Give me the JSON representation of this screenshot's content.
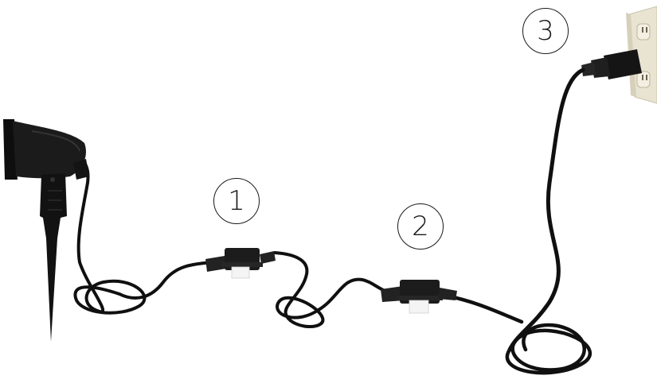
{
  "steps": [
    {
      "label": "1"
    },
    {
      "label": "2"
    },
    {
      "label": "3"
    }
  ],
  "colors": {
    "background": "#ffffff",
    "cable": "#111111",
    "device": "#1c1c1c",
    "outlet": "#ece7d6",
    "label_sticker": "#f4f4f4",
    "badge_stroke": "#1a1a1a"
  },
  "objects": [
    "spotlight-icon",
    "ground-stake-icon",
    "power-cable-icon",
    "waterproof-connector-icon",
    "plug-icon",
    "wall-outlet-icon"
  ]
}
